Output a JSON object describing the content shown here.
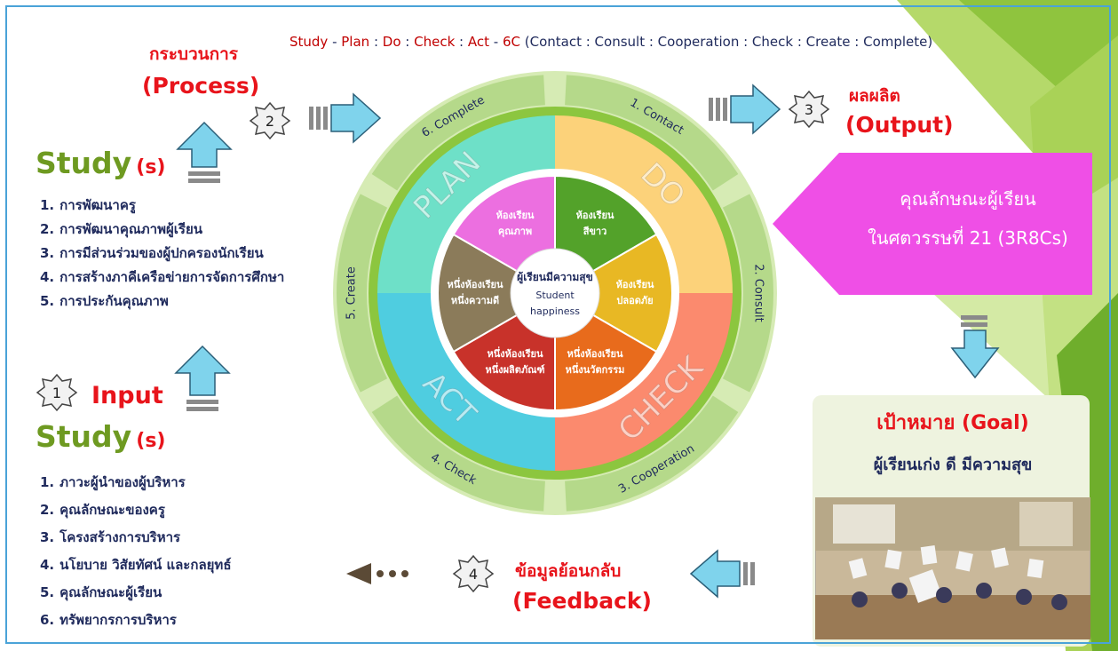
{
  "top_formula": {
    "parts": [
      {
        "t": "Study",
        "c": "#c00000"
      },
      {
        "t": " - ",
        "c": "#1f2a5c"
      },
      {
        "t": "Plan",
        "c": "#c00000"
      },
      {
        "t": " : ",
        "c": "#1f2a5c"
      },
      {
        "t": "Do",
        "c": "#c00000"
      },
      {
        "t": " : ",
        "c": "#1f2a5c"
      },
      {
        "t": "Check",
        "c": "#c00000"
      },
      {
        "t": " : ",
        "c": "#1f2a5c"
      },
      {
        "t": "Act",
        "c": "#c00000"
      },
      {
        "t": " - ",
        "c": "#1f2a5c"
      },
      {
        "t": "6C",
        "c": "#c00000"
      },
      {
        "t": " (Contact : Consult : Cooperation : Check : Create : Complete)",
        "c": "#1f2a5c"
      }
    ]
  },
  "process": {
    "thai": "กระบวนการ",
    "paren_open": "(",
    "label": "Process",
    "paren_close": ")",
    "step": "2"
  },
  "output": {
    "thai": "ผลผลิต",
    "paren_open": "(",
    "label": "Output",
    "paren_close": ")",
    "step": "3"
  },
  "feedback": {
    "thai": "ข้อมูลย้อนกลับ",
    "paren_open": "(",
    "label": "Feedback",
    "paren_close": ")",
    "step": "4"
  },
  "input": {
    "label": "Input",
    "step": "1"
  },
  "study_top": {
    "title": "Study",
    "suffix": "(s)",
    "items": [
      {
        "n": "1.",
        "t": "การพัฒนาครู"
      },
      {
        "n": "2.",
        "t": "การพัฒนาคุณภาพผู้เรียน"
      },
      {
        "n": "3.",
        "t": "การมีส่วนร่วมของผู้ปกครองนักเรียน"
      },
      {
        "n": "4.",
        "t": "การสร้างภาคีเครือข่ายการจัดการศึกษา"
      },
      {
        "n": "5.",
        "t": "การประกันคุณภาพ"
      }
    ]
  },
  "study_bottom": {
    "title": "Study",
    "suffix": "(s)",
    "items": [
      {
        "n": "1.",
        "t": "ภาวะผู้นำของผู้บริหาร"
      },
      {
        "n": "2.",
        "t": "คุณลักษณะของครู"
      },
      {
        "n": "3.",
        "t": "โครงสร้างการบริหาร"
      },
      {
        "n": "4.",
        "t": "นโยบาย วิสัยทัศน์ และกลยุทธ์"
      },
      {
        "n": "5.",
        "t": "คุณลักษณะผู้เรียน"
      },
      {
        "n": "6.",
        "t": "ทรัพยากรการบริหาร"
      }
    ]
  },
  "output_box": {
    "line1": "คุณลักษณะผู้เรียน",
    "line2": "ในศตวรรษที่ 21 (3R8Cs)"
  },
  "goal": {
    "title": "เป้าหมาย (Goal)",
    "subtitle": "ผู้เรียนเก่ง ดี มีความสุข"
  },
  "cycle": {
    "quadrants": [
      {
        "label": "PLAN",
        "color": "#6ee0c8"
      },
      {
        "label": "DO",
        "color": "#fcd27a"
      },
      {
        "label": "CHECK",
        "color": "#fb8a6e"
      },
      {
        "label": "ACT",
        "color": "#4fcde0"
      }
    ],
    "ring_steps": [
      {
        "label": "1. Contact"
      },
      {
        "label": "2. Consult"
      },
      {
        "label": "3. Cooperation"
      },
      {
        "label": "4. Check"
      },
      {
        "label": "5. Create"
      },
      {
        "label": "6. Complete"
      }
    ],
    "segments": [
      {
        "l1": "ห้องเรียน",
        "l2": "สีขาว",
        "color": "#53a22a"
      },
      {
        "l1": "ห้องเรียน",
        "l2": "ปลอดภัย",
        "color": "#e8b824"
      },
      {
        "l1": "หนึ่งห้องเรียน",
        "l2": "หนึ่งนวัตกรรม",
        "color": "#e86b1c"
      },
      {
        "l1": "หนึ่งห้องเรียน",
        "l2": "หนึ่งผลิตภัณฑ์",
        "color": "#c8322a"
      },
      {
        "l1": "หนึ่งห้องเรียน",
        "l2": "หนึ่งความดี",
        "color": "#8b7b5a"
      },
      {
        "l1": "ห้องเรียน",
        "l2": "คุณภาพ",
        "color": "#ec6fe0"
      }
    ],
    "center": {
      "thai": "ผู้เรียนมีความสุข",
      "en1": "Student",
      "en2": "happiness"
    }
  },
  "colors": {
    "accent_red": "#e8141b",
    "study_green": "#6e9a21",
    "navy": "#1f2a5c",
    "arrow_blue": "#7fd3ec",
    "magenta": "#ef4fe6"
  }
}
